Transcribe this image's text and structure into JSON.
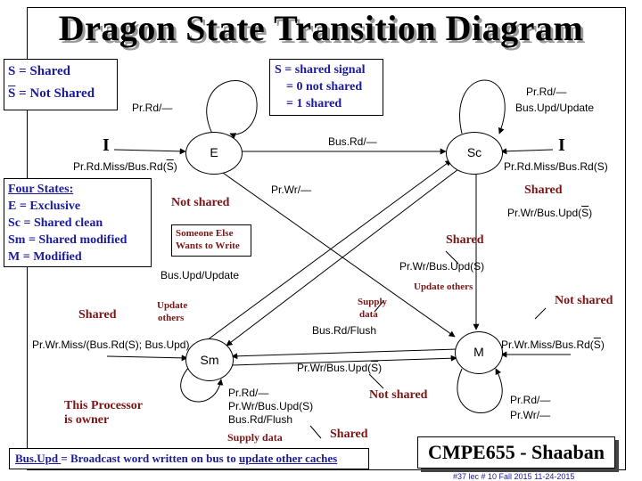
{
  "title": "Dragon State Transition Diagram",
  "legend_box": {
    "line1": "S = Shared",
    "line2_symbol": "S",
    "line2_rest": " = Not Shared"
  },
  "signal_box": {
    "line1": "S = shared signal",
    "line2": "= 0 not shared",
    "line3": "= 1 shared"
  },
  "states_box": {
    "line1": "Four States:",
    "line2": "E = Exclusive",
    "line3": "Sc = Shared clean",
    "line4": "Sm = Shared modified",
    "line5": "M = Modified"
  },
  "states": {
    "e": "E",
    "sc": "Sc",
    "sm": "Sm",
    "m": "M"
  },
  "initial_marks": {
    "left": "I",
    "right": "I"
  },
  "transitions": {
    "e_self": "Pr.Rd/—",
    "sc_self_1": "Pr.Rd/—",
    "sc_self_2": "Bus.Upd/Update",
    "e_to_sc": "Bus.Rd/—",
    "i_to_e_pre": "Pr.Rd.Miss/Bus.Rd(",
    "i_to_e_s": "S",
    "i_to_e_post": ")",
    "i_to_sc": "Pr.Rd.Miss/Bus.Rd(S)",
    "e_to_m": "Pr.Wr/—",
    "sc_to_m_pre": "Pr.Wr/Bus.Upd(",
    "sc_to_m_s": "S",
    "sc_to_m_post": ")",
    "sc_to_sm": "Pr.Wr/Bus.Upd(S)",
    "sm_to_sc": "Bus.Upd/Update",
    "m_to_sm": "Bus.Rd/Flush",
    "i_to_sm": "Pr.Wr.Miss/(Bus.Rd(S); Bus.Upd)",
    "sm_to_m_pre": "Pr.Wr/Bus.Upd(",
    "sm_to_m_s": "S",
    "sm_to_m_post": ")",
    "i_to_m_pre": "Pr.Wr.Miss/Bus.Rd(",
    "i_to_m_s": "S",
    "i_to_m_post": ")",
    "sm_self_1": "Pr.Rd/—",
    "sm_self_2": "Pr.Wr/Bus.Upd(S)",
    "sm_self_3": "Bus.Rd/Flush",
    "m_self_1": "Pr.Rd/—",
    "m_self_2": "Pr.Wr/—"
  },
  "annotations": {
    "shared_top_right": "Shared",
    "not_shared_upper": "Not shared",
    "shared_mid_right": "Shared",
    "someone_else_1": "Someone Else",
    "someone_else_2": "Wants to Write",
    "update_others_right": "Update others",
    "not_shared_right": "Not shared",
    "shared_left": "Shared",
    "update_others_left_1": "Update",
    "update_others_left_2": "others",
    "supply_data_mid_1": "Supply",
    "supply_data_mid_2": "data",
    "not_shared_lower": "Not shared",
    "this_processor_1": "This Processor",
    "this_processor_2": "is owner",
    "supply_data_bottom": "Supply data",
    "shared_bottom": "Shared"
  },
  "footnote": {
    "term": "Bus.Upd ",
    "mid": "= Broadcast word written on bus to ",
    "term2": "update other caches"
  },
  "badge": "CMPE655 - Shaaban",
  "slide_info": "#37  lec # 10  Fall 2015  11-24-2015"
}
